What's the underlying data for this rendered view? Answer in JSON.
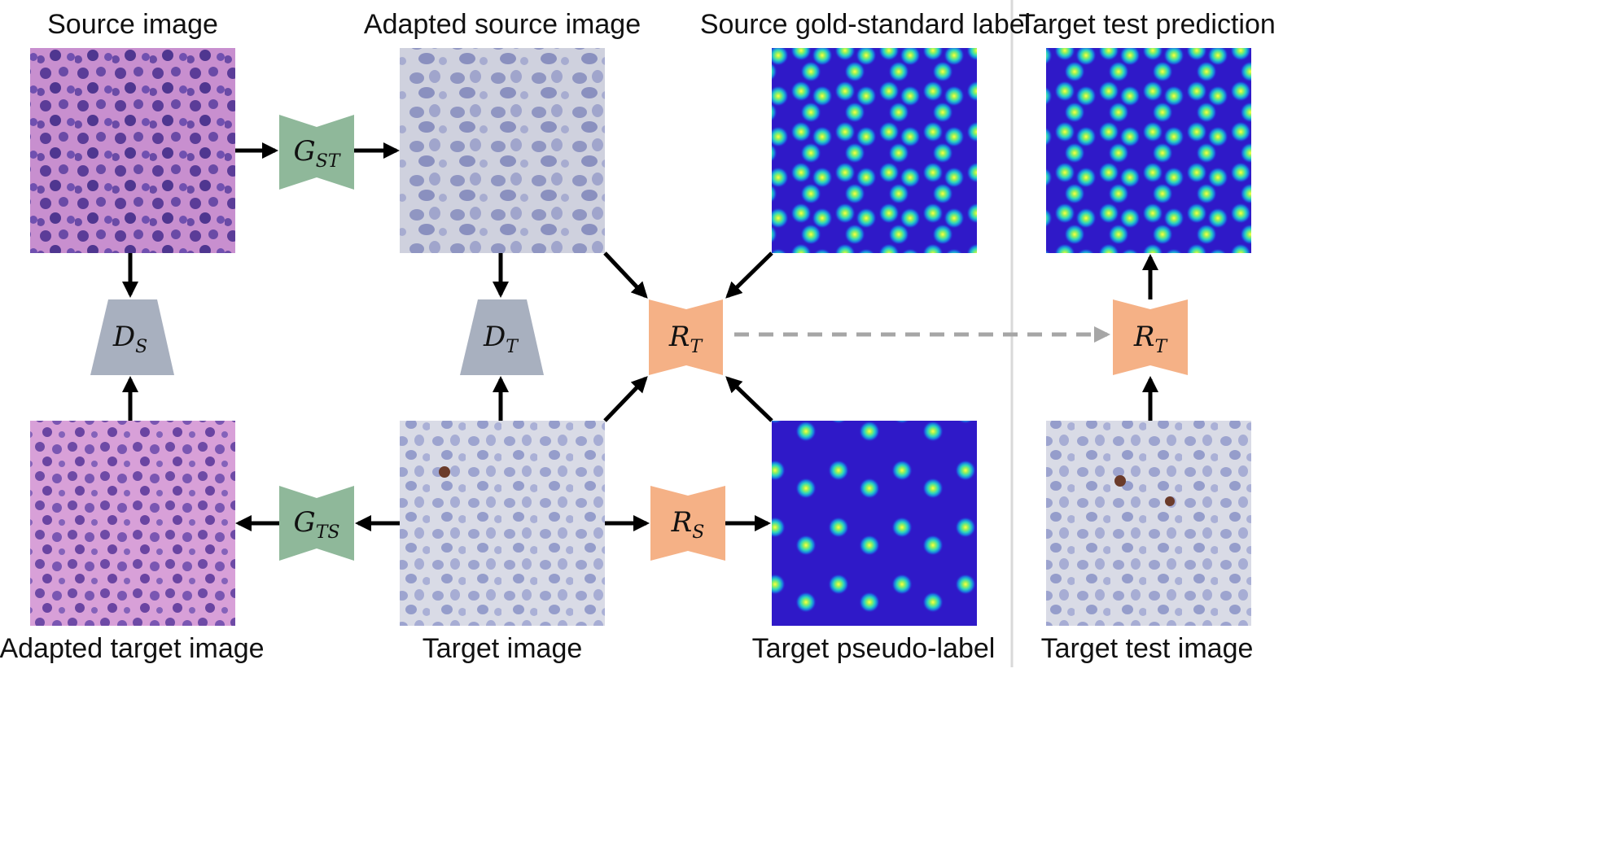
{
  "captions": {
    "source_image": "Source image",
    "adapted_source_image": "Adapted source image",
    "source_gold_label": "Source gold-standard label",
    "target_test_prediction": "Target test prediction",
    "adapted_target_image": "Adapted target image",
    "target_image": "Target image",
    "target_pseudo_label": "Target pseudo-label",
    "target_test_image": "Target test image"
  },
  "modules": {
    "g_st": {
      "main": "G",
      "sub": "ST"
    },
    "g_ts": {
      "main": "G",
      "sub": "TS"
    },
    "d_s": {
      "main": "D",
      "sub": "S"
    },
    "d_t": {
      "main": "D",
      "sub": "T"
    },
    "r_t": {
      "main": "R",
      "sub": "T"
    },
    "r_s": {
      "main": "R",
      "sub": "S"
    },
    "r_t_test": {
      "main": "R",
      "sub": "T"
    }
  },
  "colors": {
    "generator": "#8fb89a",
    "discriminator": "#a8b0bf",
    "regressor": "#f5b186",
    "he_stain": "#b06bb8",
    "ihc_stain": "#cdd2e3",
    "density_background": "#2f19c8",
    "dashed_arrow": "#a6a6a6"
  }
}
